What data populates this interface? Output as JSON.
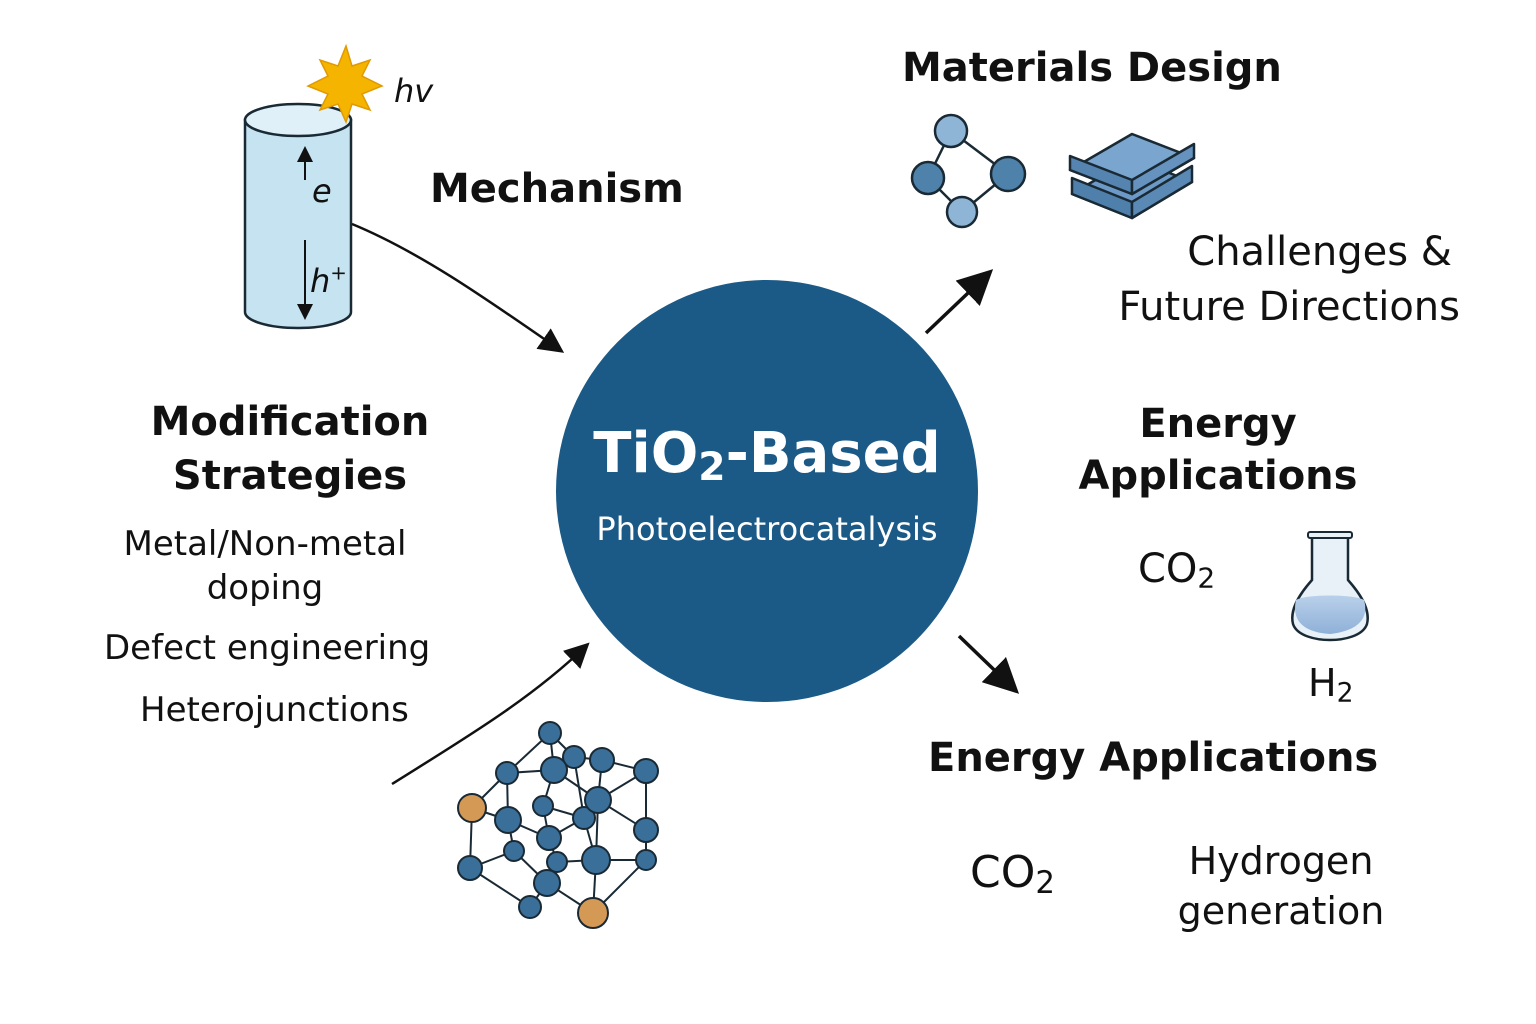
{
  "hub": {
    "title_main": "TiO",
    "title_sub": "2",
    "title_rest": "-Based",
    "subtitle": "Photoelectrocatalysis"
  },
  "mechanism": {
    "heading": "Mechanism",
    "light_label": "hv",
    "electron_label": "e",
    "hole_label": "h",
    "hole_charge": "+"
  },
  "materials_design": {
    "heading": "Materials Design"
  },
  "challenges": {
    "line1": "Challenges &",
    "line2": "Future Directions"
  },
  "energy_applications_upper": {
    "line1": "Energy",
    "line2": "Applications",
    "co2_main": "CO",
    "co2_sub": "2",
    "h2_main": "H",
    "h2_sub": "2"
  },
  "energy_applications_lower": {
    "heading": "Energy Applications",
    "co2_main": "CO",
    "co2_sub": "2",
    "hydrogen_line1": "Hydrogen",
    "hydrogen_line2": "generation"
  },
  "modification": {
    "line1": "Modification",
    "line2": "Strategies",
    "items": [
      "Metal/Non-metal",
      "doping",
      "Defect engineering",
      "Heterojunctions"
    ]
  },
  "colors": {
    "hub": "#1b5a87",
    "cylinder": "#c6e3f1",
    "sun": "#f4b400",
    "node_dark": "#3a6f99",
    "node_light": "#8eb4d6",
    "sheet": "#6c99c5",
    "dopant": "#d49a55",
    "flask_liquid": "#9fbde0"
  }
}
